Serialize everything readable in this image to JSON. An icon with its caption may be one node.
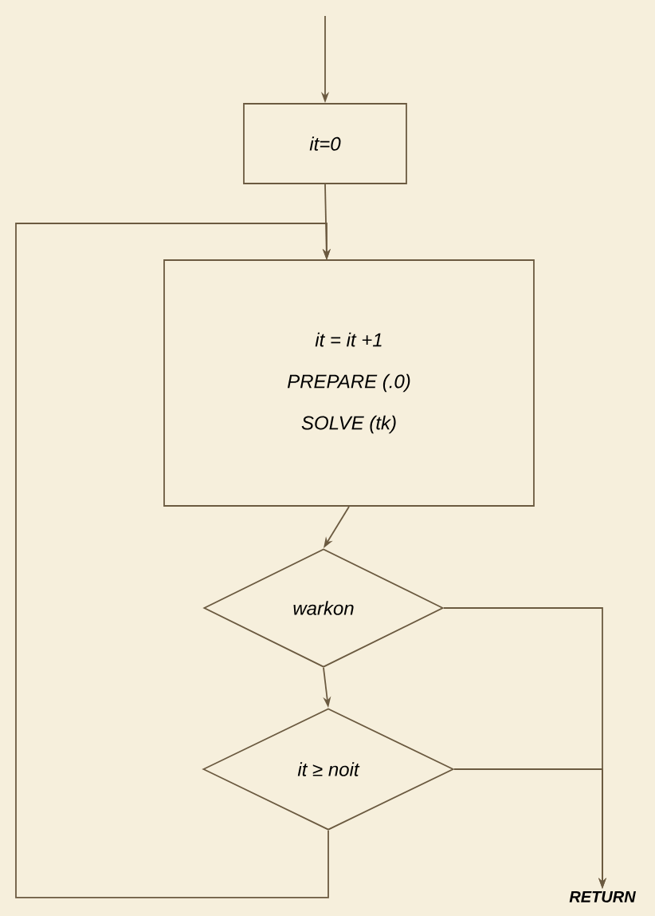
{
  "diagram": {
    "nodes": [
      {
        "text": [
          "it=0"
        ]
      },
      {
        "text": [
          "it = it +1",
          "PREPARE (.0)",
          "SOLVE (tk)"
        ]
      },
      {
        "text": [
          "warkon"
        ]
      },
      {
        "text": [
          "it ≥ noit"
        ]
      },
      {
        "text": [
          "RETURN"
        ]
      }
    ],
    "edges": [
      {
        "from": null,
        "to": 0,
        "arrow": "to"
      },
      {
        "from": 0,
        "to": 1,
        "arrow": "to"
      },
      {
        "from": 1,
        "to": 2,
        "arrow": "to"
      },
      {
        "from": 2,
        "to": 3,
        "arrow": "to"
      },
      {
        "from": 2,
        "to": 4,
        "arrow": "to"
      },
      {
        "from": 3,
        "to": 4,
        "arrow": "to"
      },
      {
        "from": 3,
        "to": 1,
        "arrow": "to"
      }
    ]
  }
}
